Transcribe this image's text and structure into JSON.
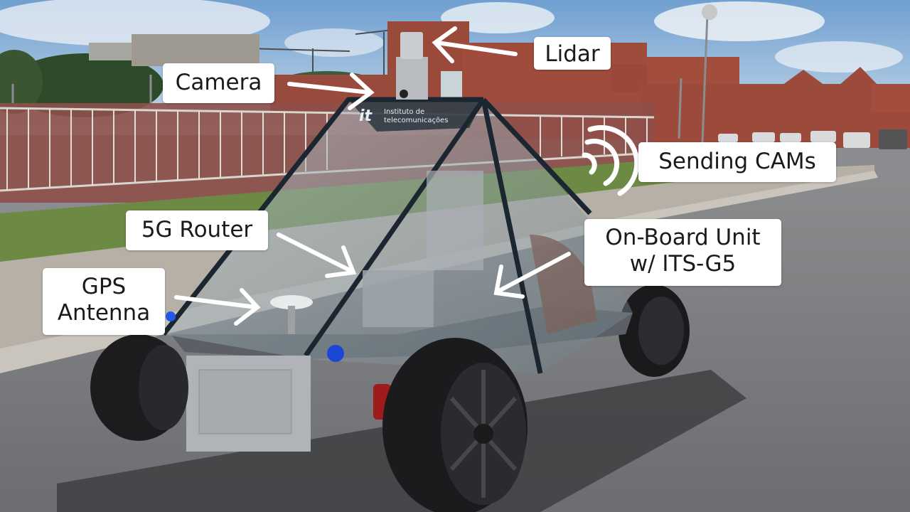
{
  "annotations": {
    "lidar": "Lidar",
    "camera": "Camera",
    "sending_cams": "Sending CAMs",
    "router": "5G Router",
    "obu_line1": "On-Board Unit",
    "obu_line2": "w/ ITS-G5",
    "gps_line1": "GPS",
    "gps_line2": "Antenna"
  },
  "vehicle": {
    "hood_text_line1": "Instituto de",
    "hood_text_line2": "telecomunicações",
    "hood_logo": "it"
  },
  "icons": {
    "wireless_signal": "wifi-waves-icon",
    "arrow": "white-arrow-icon"
  },
  "colors": {
    "label_bg": "#ffffff",
    "label_text": "#1a1a1a",
    "arrow": "#ffffff",
    "building": "#9a4b3e",
    "sky": "#8db6de",
    "road": "#7d7e80"
  }
}
